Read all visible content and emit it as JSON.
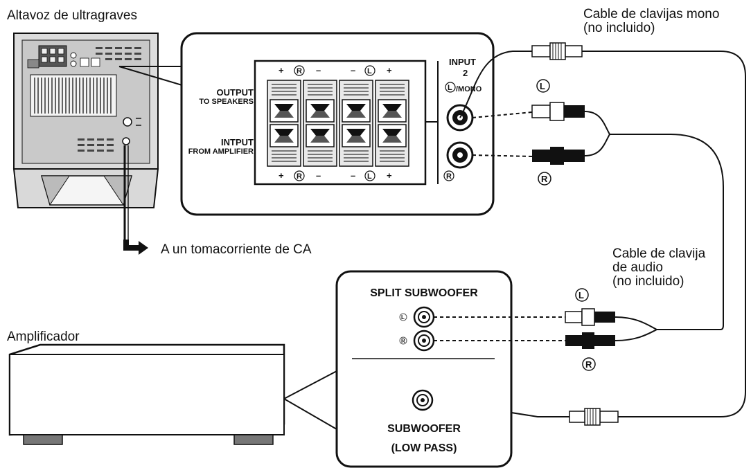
{
  "labels": {
    "subwoofer": "Altavoz de ultragraves",
    "amplifier": "Amplificador",
    "ac_outlet": "A un tomacorriente de CA",
    "mono_cable_line1": "Cable de clavijas mono",
    "mono_cable_line2": "(no incluido)",
    "audio_cable_line1": "Cable de clavija",
    "audio_cable_line2": "de audio",
    "audio_cable_line3": "(no incluido)"
  },
  "speaker_panel": {
    "output_title": "OUTPUT",
    "output_sub": "TO SPEAKERS",
    "input_title": "INTPUT",
    "input_sub": "FROM AMPLIFIER",
    "input2_line1": "INPUT",
    "input2_line2": "2",
    "mono_label": "/MONO",
    "plus": "+",
    "minus": "–",
    "right_mark": "R",
    "left_mark": "L"
  },
  "amp_panel": {
    "split_title": "SPLIT SUBWOOFER",
    "sub_line1": "SUBWOOFER",
    "sub_line2": "(LOW PASS)",
    "left_mark": "L",
    "right_mark": "R"
  },
  "plug_marks": {
    "left": "L",
    "right": "R"
  }
}
